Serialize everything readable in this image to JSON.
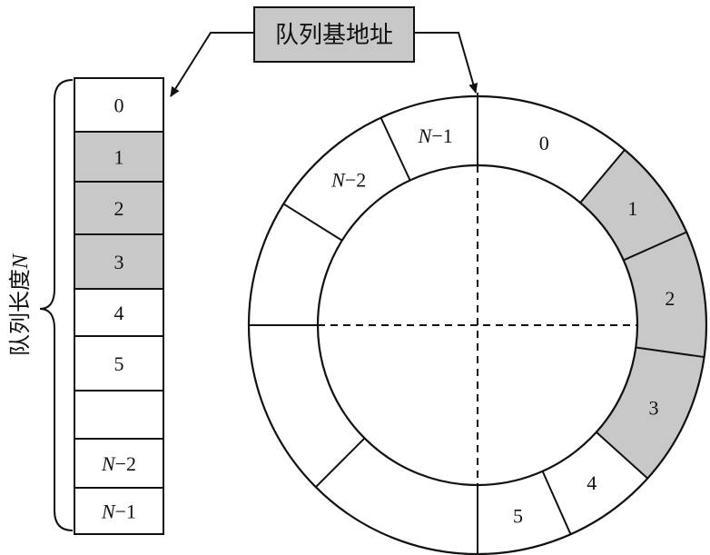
{
  "base_address_label": "队列基地址",
  "queue_length_label": {
    "prefix": "队列长度",
    "var": "N"
  },
  "linear_queue": {
    "cells": [
      {
        "label": "0",
        "filled": false
      },
      {
        "label": "1",
        "filled": true
      },
      {
        "label": "2",
        "filled": true
      },
      {
        "label": "3",
        "filled": true
      },
      {
        "label": "4",
        "filled": false
      },
      {
        "label": "5",
        "filled": false
      },
      {
        "label": "",
        "filled": false
      },
      {
        "label": "N−2",
        "filled": false
      },
      {
        "label": "N−1",
        "filled": false
      }
    ]
  },
  "circular_queue": {
    "segments": [
      {
        "label": "0",
        "filled": false
      },
      {
        "label": "1",
        "filled": true
      },
      {
        "label": "2",
        "filled": true
      },
      {
        "label": "3",
        "filled": true
      },
      {
        "label": "4",
        "filled": false
      },
      {
        "label": "5",
        "filled": false
      },
      {
        "label": "",
        "filled": false
      },
      {
        "label": "",
        "filled": false
      },
      {
        "label": "",
        "filled": false
      },
      {
        "label": "N−2",
        "filled": false
      },
      {
        "label": "N−1",
        "filled": false
      }
    ]
  },
  "colors": {
    "filled": "#c8c8c8",
    "empty": "#ffffff",
    "stroke": "#111111"
  }
}
